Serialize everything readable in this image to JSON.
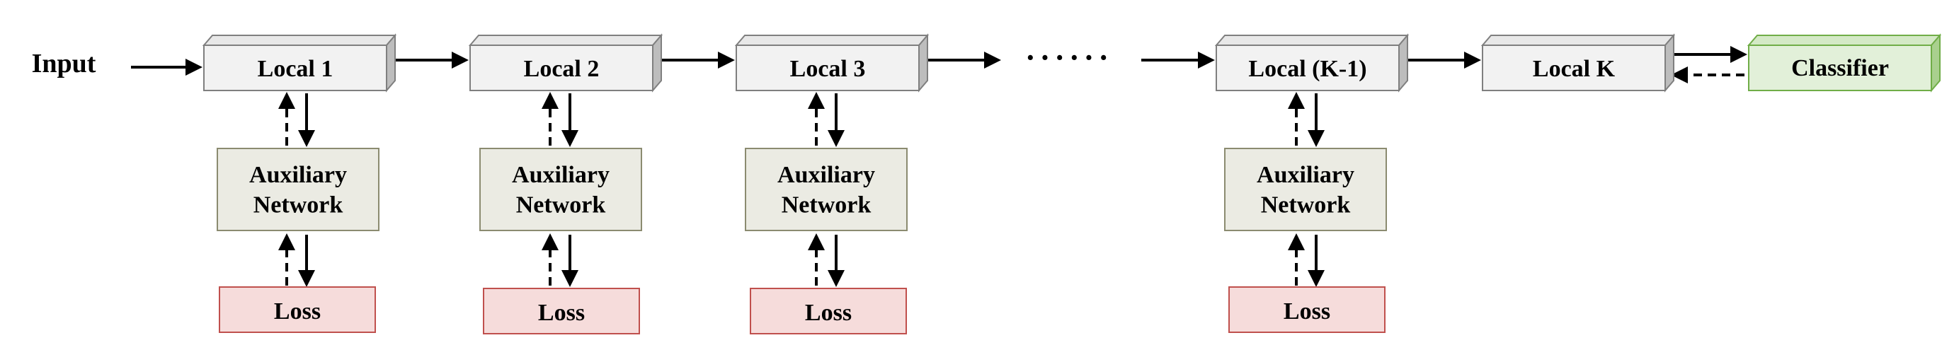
{
  "input_label": "Input",
  "ellipsis": "······",
  "locals": [
    {
      "label": "Local 1",
      "auxiliary": "Auxiliary\nNetwork",
      "loss": "Loss"
    },
    {
      "label": "Local 2",
      "auxiliary": "Auxiliary\nNetwork",
      "loss": "Loss"
    },
    {
      "label": "Local 3",
      "auxiliary": "Auxiliary\nNetwork",
      "loss": "Loss"
    },
    {
      "label": "Local (K-1)",
      "auxiliary": "Auxiliary\nNetwork",
      "loss": "Loss"
    },
    {
      "label": "Local K"
    }
  ],
  "classifier_label": "Classifier",
  "colors": {
    "block_fill": "#f2f2f2",
    "block_side": "#bdbdbd",
    "auxiliary_fill": "#ebebe3",
    "auxiliary_stroke": "#8b8b70",
    "loss_fill": "#f6dcdb",
    "loss_stroke": "#c0504d",
    "classifier_fill": "#e2f0d9",
    "classifier_stroke": "#70ad47"
  }
}
